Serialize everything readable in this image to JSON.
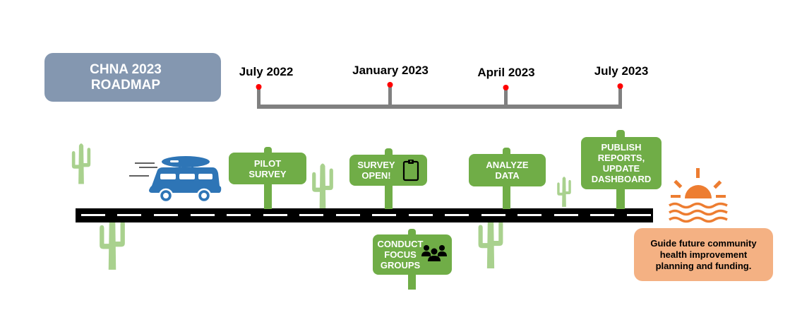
{
  "title": {
    "line1": "CHNA 2023",
    "line2": "ROADMAP"
  },
  "timeline": {
    "dates": [
      "July 2022",
      "January 2023",
      "April 2023",
      "July 2023"
    ],
    "marker_color": "#ff0000",
    "line_color": "#808080"
  },
  "milestones_above": [
    {
      "line1": "PILOT",
      "line2": "SURVEY"
    },
    {
      "line1": "SURVEY",
      "line2": "OPEN!",
      "icon": "clipboard-icon"
    },
    {
      "line1": "ANALYZE",
      "line2": "DATA"
    },
    {
      "line1": "PUBLISH",
      "line2": "REPORTS,",
      "line3": "UPDATE",
      "line4": "DASHBOARD"
    }
  ],
  "milestone_below": {
    "line1": "CONDUCT",
    "line2": "FOCUS",
    "line3": "GROUPS",
    "icon": "group-icon"
  },
  "goal": {
    "text": "Guide future community health improvement planning and funding.",
    "icon": "sunset-icon"
  },
  "vehicle": {
    "icon": "van-icon"
  },
  "colors": {
    "sign_green": "#70ad47",
    "cactus_green": "#a9d18e",
    "van_blue": "#2e75b6",
    "sun_orange": "#ed7d31",
    "goal_peach": "#f4b183",
    "title_slate": "#8497b0"
  }
}
